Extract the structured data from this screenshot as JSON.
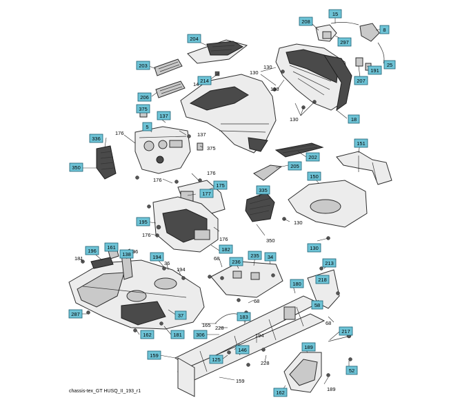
{
  "caption": "chassis-tex_GT HUSQ_II_193_r1",
  "part_labels": {
    "l15": "15",
    "l208": "208",
    "l8": "8",
    "l297": "297",
    "l25": "25",
    "l191": "191",
    "l207": "207",
    "l204": "204",
    "l203": "203",
    "l214": "214",
    "l14": "14",
    "l206": "206",
    "l375a": "375",
    "l137a": "137",
    "l5": "5",
    "l176a": "176",
    "l137b": "137",
    "l375b": "375",
    "l18": "18",
    "l336": "336",
    "l350a": "350",
    "l202": "202",
    "l151": "151",
    "l205": "205",
    "l150": "150",
    "l176b": "176",
    "l176c": "176",
    "l175": "175",
    "l177": "177",
    "l335": "335",
    "l195": "195",
    "l176d": "176",
    "l176e": "176",
    "l130e": "130",
    "l350b": "350",
    "l130f": "130",
    "l182": "182",
    "l196": "196",
    "l161": "161",
    "l36a": "36",
    "l181a": "181",
    "l138": "138",
    "l194a": "194",
    "l36b": "36",
    "l194b": "194",
    "l68a": "68",
    "l236": "236",
    "l235": "235",
    "l34": "34",
    "l213": "213",
    "l218": "218",
    "l180": "180",
    "l68b": "68",
    "l183": "183",
    "l58": "58",
    "l37": "37",
    "l287": "287",
    "l68c": "68",
    "l165": "165",
    "l228a": "228",
    "l217": "217",
    "l162a": "162",
    "l181b": "181",
    "l306": "306",
    "l194c": "194",
    "l146": "146",
    "l189a": "189",
    "l159a": "159",
    "l125": "125",
    "l228b": "228",
    "l52": "52",
    "l159b": "159",
    "l162b": "162",
    "l189b": "189",
    "l130a": "130",
    "l130b": "130",
    "l130c": "130",
    "l130d": "130"
  }
}
